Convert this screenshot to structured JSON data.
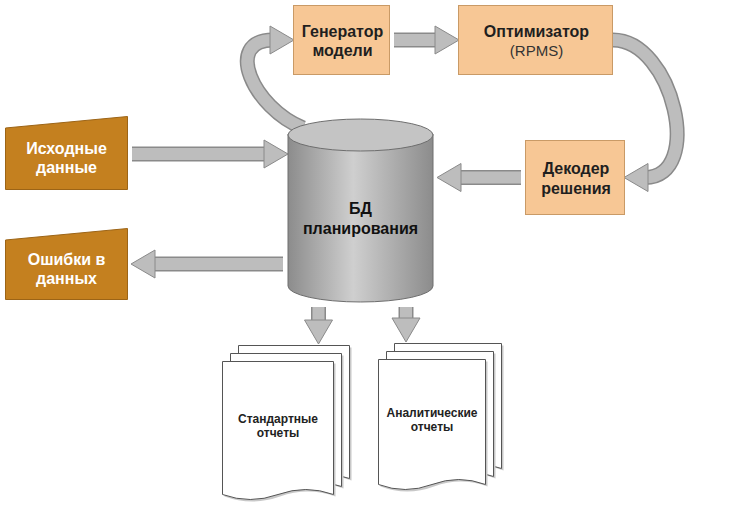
{
  "diagram": {
    "nodes": [
      {
        "text": [
          "Генератор модели"
        ]
      },
      {
        "text": [
          "Оптимизатор",
          "(RPMS)"
        ]
      },
      {
        "text": [
          "Исходные данные"
        ]
      },
      {
        "text": [
          "БД планирования"
        ]
      },
      {
        "text": [
          "Декодер решения"
        ]
      },
      {
        "text": [
          "Ошибки в данных"
        ]
      },
      {
        "text": [
          "Стандартные отчеты"
        ]
      },
      {
        "text": [
          "Аналитические отчеты"
        ]
      }
    ],
    "edges": [
      {
        "from": 3,
        "to": 0,
        "arrow": "to"
      },
      {
        "from": 0,
        "to": 1,
        "arrow": "to"
      },
      {
        "from": 1,
        "to": 4,
        "arrow": "to"
      },
      {
        "from": 4,
        "to": 3,
        "arrow": "to"
      },
      {
        "from": 2,
        "to": 3,
        "arrow": "to"
      },
      {
        "from": 3,
        "to": 5,
        "arrow": "to"
      },
      {
        "from": 3,
        "to": 6,
        "arrow": "to"
      },
      {
        "from": 3,
        "to": 7,
        "arrow": "to"
      }
    ]
  }
}
